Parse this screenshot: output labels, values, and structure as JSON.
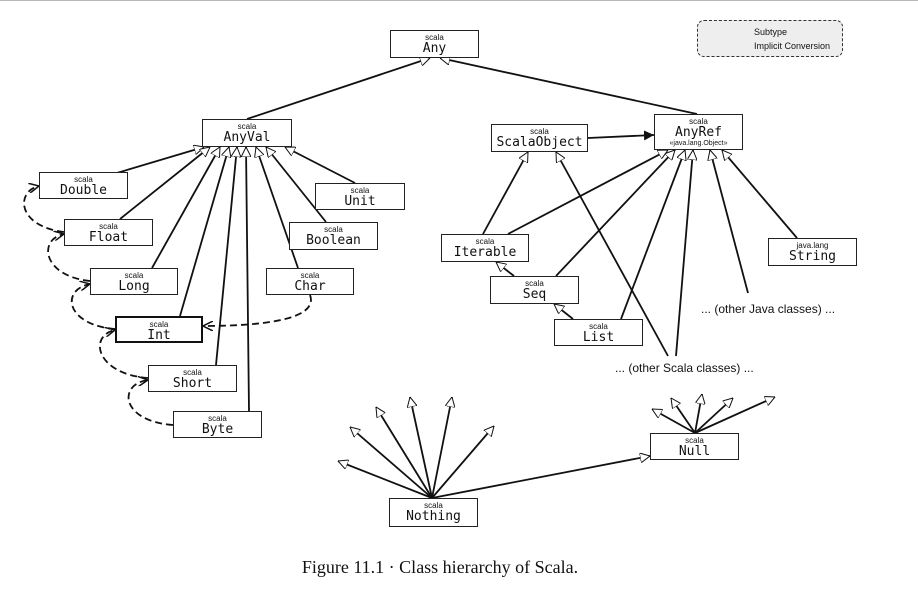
{
  "caption": "Figure 11.1 · Class hierarchy of Scala.",
  "legend": {
    "subtype": "Subtype",
    "implicit": "Implicit Conversion"
  },
  "nodes": {
    "any": {
      "pkg": "scala",
      "name": "Any"
    },
    "anyval": {
      "pkg": "scala",
      "name": "AnyVal"
    },
    "anyref": {
      "pkg": "scala",
      "name": "AnyRef",
      "sub": "«java.lang.Object»"
    },
    "scalaobject": {
      "pkg": "scala",
      "name": "ScalaObject"
    },
    "double": {
      "pkg": "scala",
      "name": "Double"
    },
    "float": {
      "pkg": "scala",
      "name": "Float"
    },
    "long": {
      "pkg": "scala",
      "name": "Long"
    },
    "int": {
      "pkg": "scala",
      "name": "Int"
    },
    "short": {
      "pkg": "scala",
      "name": "Short"
    },
    "byte": {
      "pkg": "scala",
      "name": "Byte"
    },
    "unit": {
      "pkg": "scala",
      "name": "Unit"
    },
    "boolean": {
      "pkg": "scala",
      "name": "Boolean"
    },
    "char": {
      "pkg": "scala",
      "name": "Char"
    },
    "iterable": {
      "pkg": "scala",
      "name": "Iterable"
    },
    "seq": {
      "pkg": "scala",
      "name": "Seq"
    },
    "list": {
      "pkg": "scala",
      "name": "List"
    },
    "string": {
      "pkg": "java.lang",
      "name": "String"
    },
    "null": {
      "pkg": "scala",
      "name": "Null"
    },
    "nothing": {
      "pkg": "scala",
      "name": "Nothing"
    }
  },
  "labels": {
    "other_java": "... (other Java classes) ...",
    "other_scala": "... (other Scala classes) ..."
  }
}
